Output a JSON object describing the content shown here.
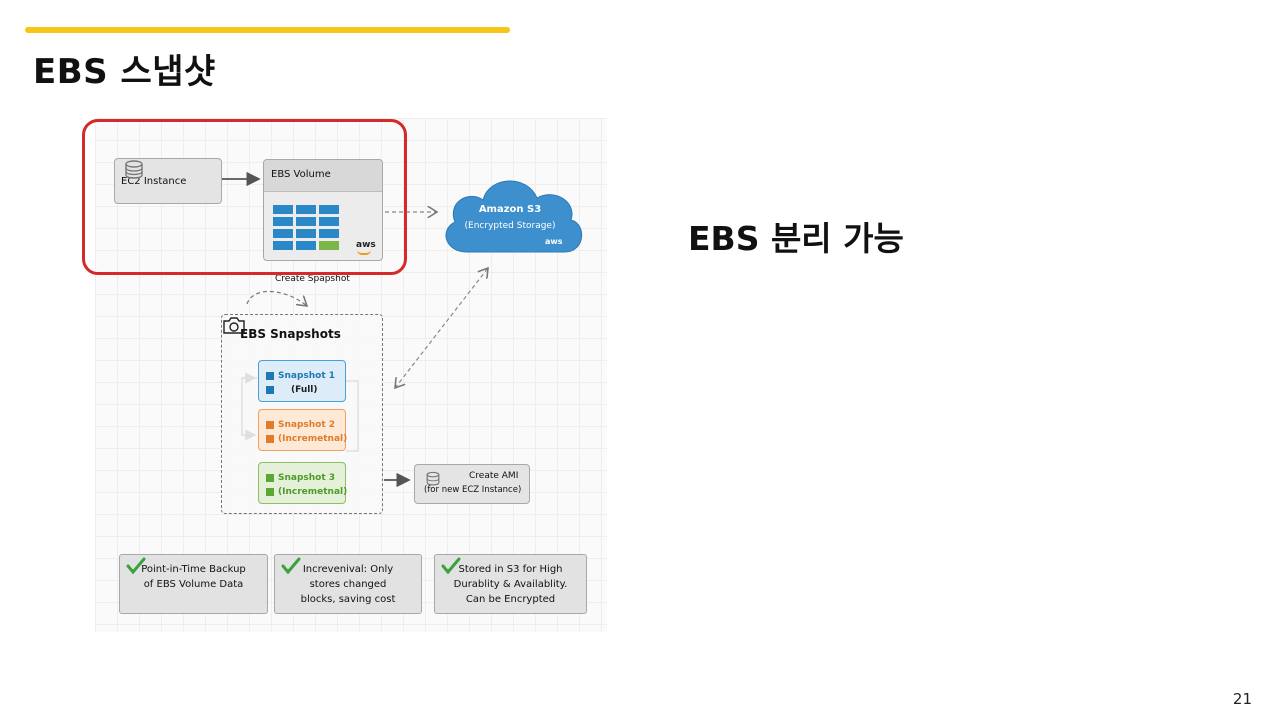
{
  "slide": {
    "title": "EBS 스냅샷",
    "side_text": "EBS 분리 가능",
    "page_number": "21",
    "accent_color": "#f5c518"
  },
  "diagram": {
    "ec2": {
      "label": "EC2 Instance",
      "icon": "database-icon"
    },
    "ebs_volume": {
      "label": "EBS Volume",
      "logo": "aws"
    },
    "s3": {
      "title": "Amazon S3",
      "subtitle": "(Encrypted Storage)",
      "logo": "aws",
      "color": "#3d8fce"
    },
    "create_snapshot_label": "Create Spapshot",
    "snapshots": {
      "title": "EBS Snapshots",
      "icon": "camera-icon",
      "items": [
        {
          "line1": "Snapshot 1",
          "line2": "(Full)",
          "color": "#1f78b4"
        },
        {
          "line1": "Snapshot 2",
          "line2": "(Incremetnal)",
          "color": "#e07b2a"
        },
        {
          "line1": "Snapshot 3",
          "line2": "(Incremetnal)",
          "color": "#4e9a2a"
        }
      ]
    },
    "ami": {
      "line1": "Create AMI",
      "line2": "(for new ECZ Instance)",
      "icon": "database-icon"
    },
    "features": [
      {
        "lines": [
          "Point-in-Time Backup",
          "of EBS Volume Data"
        ],
        "icon": "checkmark-icon"
      },
      {
        "lines": [
          "Increvenival: Only",
          "stores changed",
          "blocks, saving cost"
        ],
        "icon": "checkmark-icon"
      },
      {
        "lines": [
          "Stored in S3 for High",
          "Durablity & Availablity.",
          "Can be Encrypted"
        ],
        "icon": "checkmark-icon"
      }
    ],
    "highlight_color": "#d42a2a"
  }
}
